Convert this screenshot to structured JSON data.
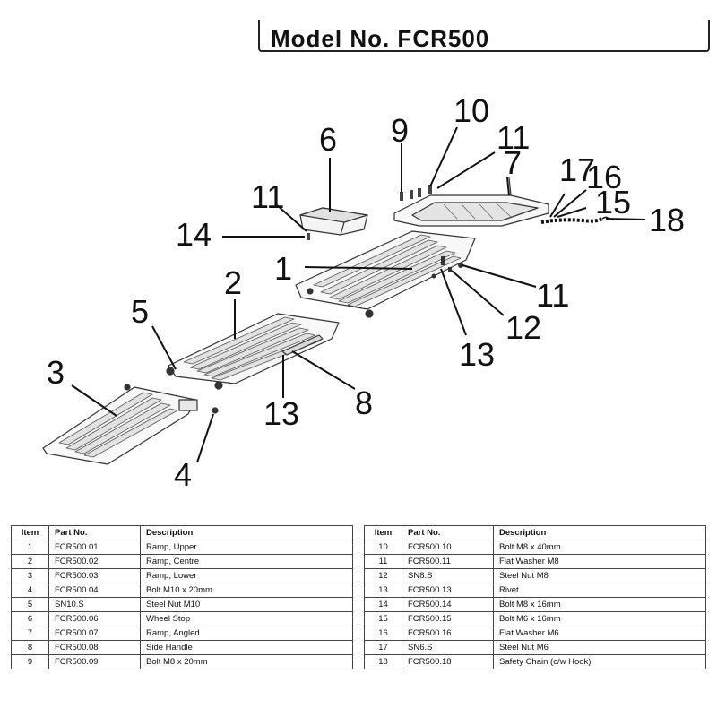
{
  "header": {
    "model_label": "Model No. FCR500"
  },
  "diagram": {
    "callouts": [
      "1",
      "2",
      "3",
      "4",
      "5",
      "6",
      "7",
      "8",
      "9",
      "10",
      "11",
      "12",
      "13",
      "14",
      "15",
      "16",
      "17",
      "18"
    ]
  },
  "table": {
    "headers": {
      "item": "Item",
      "part_no": "Part No.",
      "description": "Description"
    },
    "left_rows": [
      {
        "item": "1",
        "part_no": "FCR500.01",
        "description": "Ramp, Upper"
      },
      {
        "item": "2",
        "part_no": "FCR500.02",
        "description": "Ramp, Centre"
      },
      {
        "item": "3",
        "part_no": "FCR500.03",
        "description": "Ramp, Lower"
      },
      {
        "item": "4",
        "part_no": "FCR500.04",
        "description": "Bolt M10 x 20mm"
      },
      {
        "item": "5",
        "part_no": "SN10.S",
        "description": "Steel Nut M10"
      },
      {
        "item": "6",
        "part_no": "FCR500.06",
        "description": "Wheel Stop"
      },
      {
        "item": "7",
        "part_no": "FCR500.07",
        "description": "Ramp, Angled"
      },
      {
        "item": "8",
        "part_no": "FCR500.08",
        "description": "Side Handle"
      },
      {
        "item": "9",
        "part_no": "FCR500.09",
        "description": "Bolt M8 x 20mm"
      }
    ],
    "right_rows": [
      {
        "item": "10",
        "part_no": "FCR500.10",
        "description": "Bolt M8 x 40mm"
      },
      {
        "item": "11",
        "part_no": "FCR500.11",
        "description": "Flat Washer M8"
      },
      {
        "item": "12",
        "part_no": "SN8.S",
        "description": "Steel Nut M8"
      },
      {
        "item": "13",
        "part_no": "FCR500.13",
        "description": "Rivet"
      },
      {
        "item": "14",
        "part_no": "FCR500.14",
        "description": "Bolt M8 x 16mm"
      },
      {
        "item": "15",
        "part_no": "FCR500.15",
        "description": "Bolt M6 x 16mm"
      },
      {
        "item": "16",
        "part_no": "FCR500.16",
        "description": "Flat Washer M6"
      },
      {
        "item": "17",
        "part_no": "SN6.S",
        "description": "Steel Nut M6"
      },
      {
        "item": "18",
        "part_no": "FCR500.18",
        "description": "Safety Chain (c/w Hook)"
      }
    ]
  }
}
